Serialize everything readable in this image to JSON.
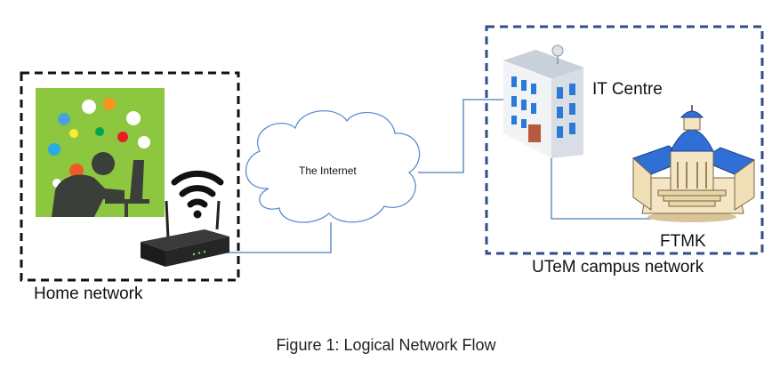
{
  "diagram": {
    "home_network_label": "Home network",
    "campus_network_label": "UTeM campus network",
    "internet_label": "The Internet",
    "it_centre_label": "IT Centre",
    "ftmk_label": "FTMK",
    "caption": "Figure 1: Logical Network Flow"
  },
  "colors": {
    "home_border": "#111111",
    "campus_border": "#2f4f86",
    "link_line": "#4a7ebb",
    "cloud_outline": "#5b8fd0",
    "illustration_bg": "#8dc63f",
    "building_blue": "#2a7ad8",
    "roof_blue": "#2f6fd6"
  },
  "icons": [
    "person-laptop-icon",
    "wifi-icon",
    "router-icon",
    "cloud-icon",
    "office-building-icon",
    "campus-building-icon"
  ]
}
